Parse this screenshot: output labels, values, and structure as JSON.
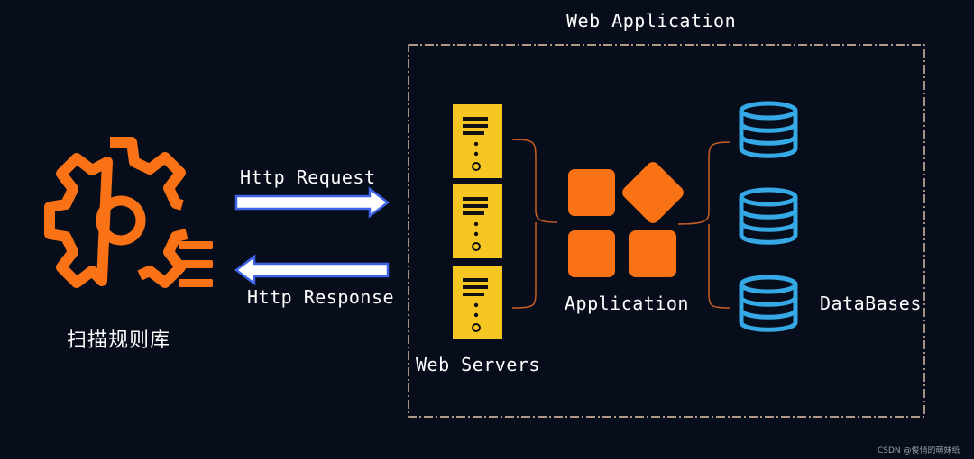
{
  "title": "Web Application",
  "scanner": {
    "label": "扫描规则库",
    "icon": "gear-with-list-icon"
  },
  "arrows": {
    "request": "Http Request",
    "response": "Http Response"
  },
  "servers": {
    "label": "Web Servers",
    "icon": "server-icon",
    "count": 3
  },
  "application": {
    "label": "Application",
    "icon": "app-blocks-icon"
  },
  "databases": {
    "label": "DataBases",
    "icon": "database-icon",
    "count": 3
  },
  "watermark": "CSDN @俊俏的萌妹纸",
  "colors": {
    "background": "#070d1b",
    "orange": "#f97316",
    "yellow": "#f6c623",
    "blue": "#35a8e6",
    "arrow_border": "#3f63e6",
    "bracket": "#c85f25",
    "frame": "#e8c9ab"
  }
}
